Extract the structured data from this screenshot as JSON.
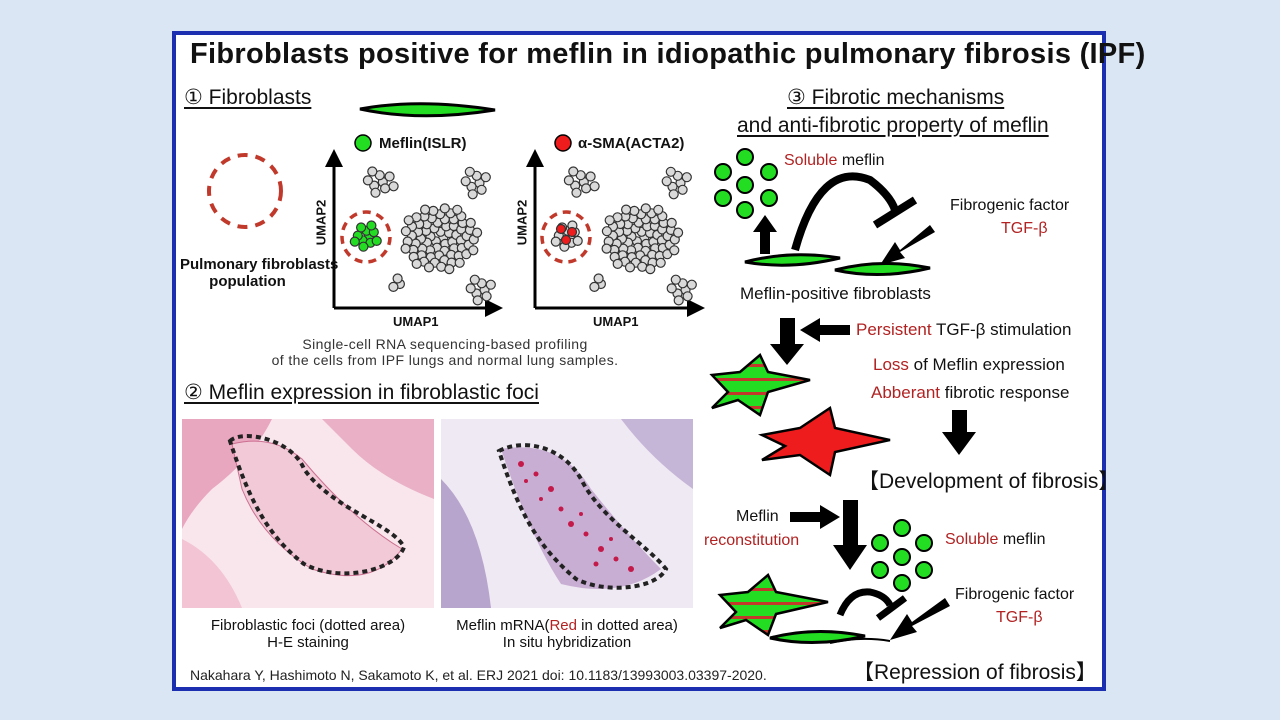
{
  "title": "Fibroblasts positive for meflin in idiopathic pulmonary fibrosis (IPF)",
  "section1": {
    "heading": "① Fibroblasts",
    "population_label_line1": "Pulmonary fibroblasts",
    "population_label_line2": "population",
    "umap_left_legend": "Meflin(ISLR)",
    "umap_right_legend": "α-SMA(ACTA2)",
    "axis_y": "UMAP2",
    "axis_x": "UMAP1",
    "caption_line1": "Single-cell RNA sequencing-based profiling",
    "caption_line2": "of the cells from IPF lungs and normal lung samples."
  },
  "section2": {
    "heading": "② Meflin expression in fibroblastic foci",
    "left_caption_line1": "Fibroblastic foci (dotted area)",
    "left_caption_line2": "H-E staining",
    "right_caption_prefix": "Meflin mRNA(",
    "right_caption_red": "Red",
    "right_caption_suffix": " in dotted area)",
    "right_caption_line2": "In situ hybridization"
  },
  "section3": {
    "heading_line1": "③ Fibrotic mechanisms ",
    "heading_line2": "and anti-fibrotic property of meflin",
    "soluble1_red": "Soluble",
    "soluble1_rest": " meflin",
    "fibrogenic1": "Fibrogenic factor",
    "tgf1": "TGF-β",
    "meflin_positive": "Meflin-positive fibroblasts",
    "persistent_red": "Persistent",
    "persistent_rest": " TGF-β stimulation",
    "loss_red": "Loss",
    "loss_rest": " of Meflin expression",
    "abberant_red": "Abberant",
    "abberant_rest": " fibrotic response",
    "development": "【Development of fibrosis】",
    "meflin_label": "Meflin",
    "reconstitution": "reconstitution",
    "soluble2_red": "Soluble",
    "soluble2_rest": " meflin",
    "fibrogenic2": "Fibrogenic factor",
    "tgf2": "TGF-β",
    "repression": "【Repression of fibrosis】"
  },
  "citation": "Nakahara Y, Hashimoto N, Sakamoto K, et al. ERJ 2021 doi: 10.1183/13993003.03397-2020.",
  "colors": {
    "border": "#1b2fb0",
    "green": "#22dd22",
    "red": "#ee1c1c",
    "dark_red": "#b22222",
    "background": "#dbe6f4"
  },
  "icons": [
    "fibroblast-cell-icon",
    "inhibition-arrow-icon",
    "down-arrow-icon",
    "myofibroblast-icon"
  ]
}
